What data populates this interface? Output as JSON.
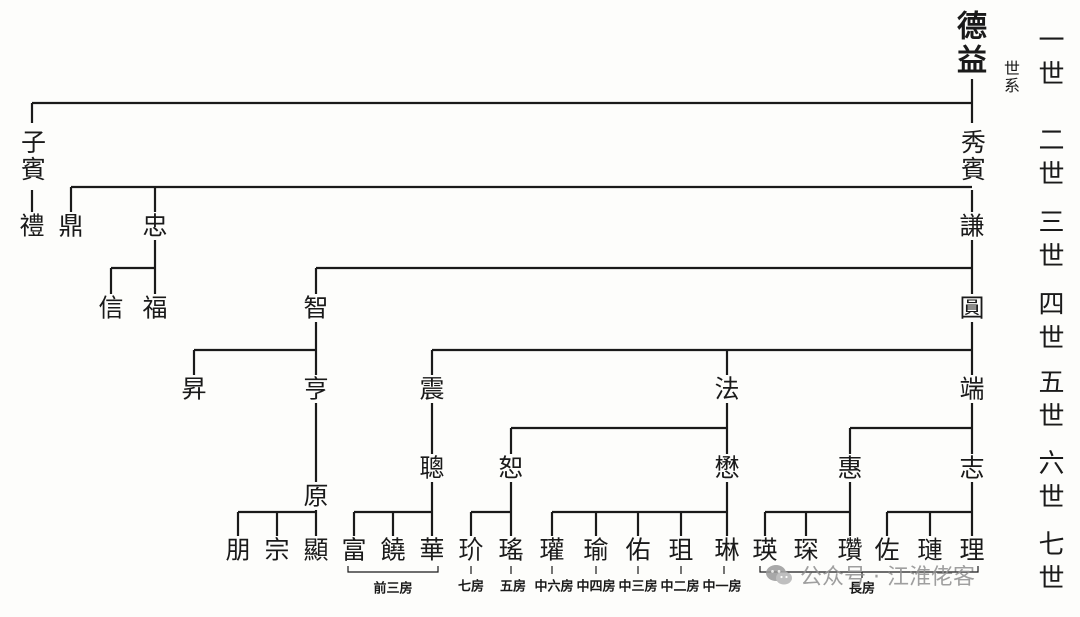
{
  "diagram": {
    "root": "德益",
    "root_note": "世系",
    "generations": [
      "一世",
      "二世",
      "三世",
      "四世",
      "五世",
      "六世",
      "七世"
    ],
    "gen2": [
      "子賓",
      "秀賓"
    ],
    "gen3": [
      "禮",
      "鼎",
      "忠",
      "謙"
    ],
    "gen4": [
      "信",
      "福",
      "智",
      "圓"
    ],
    "gen5": [
      "昇",
      "亨",
      "震",
      "法",
      "端"
    ],
    "gen6": [
      "原",
      "聰",
      "恕",
      "懋",
      "惠",
      "志"
    ],
    "gen7": [
      "朋",
      "宗",
      "顯",
      "富",
      "饒",
      "華",
      "玠",
      "瑤",
      "瓘",
      "瑜",
      "佑",
      "珇",
      "琳",
      "瑛",
      "琛",
      "瓚",
      "佐",
      "璉",
      "理"
    ],
    "branches": {
      "qian_san_fang": "前三房",
      "qi_fang": "七房",
      "wu_fang": "五房",
      "zhong_liu_fang": "中六房",
      "zhong_si_fang": "中四房",
      "zhong_san_fang": "中三房",
      "zhong_er_fang": "中二房",
      "zhong_yi_fang": "中一房",
      "zhang_fang": "長房"
    }
  },
  "watermark": {
    "text": "公众号 · 江淮佬客",
    "icon": "wechat-icon"
  }
}
